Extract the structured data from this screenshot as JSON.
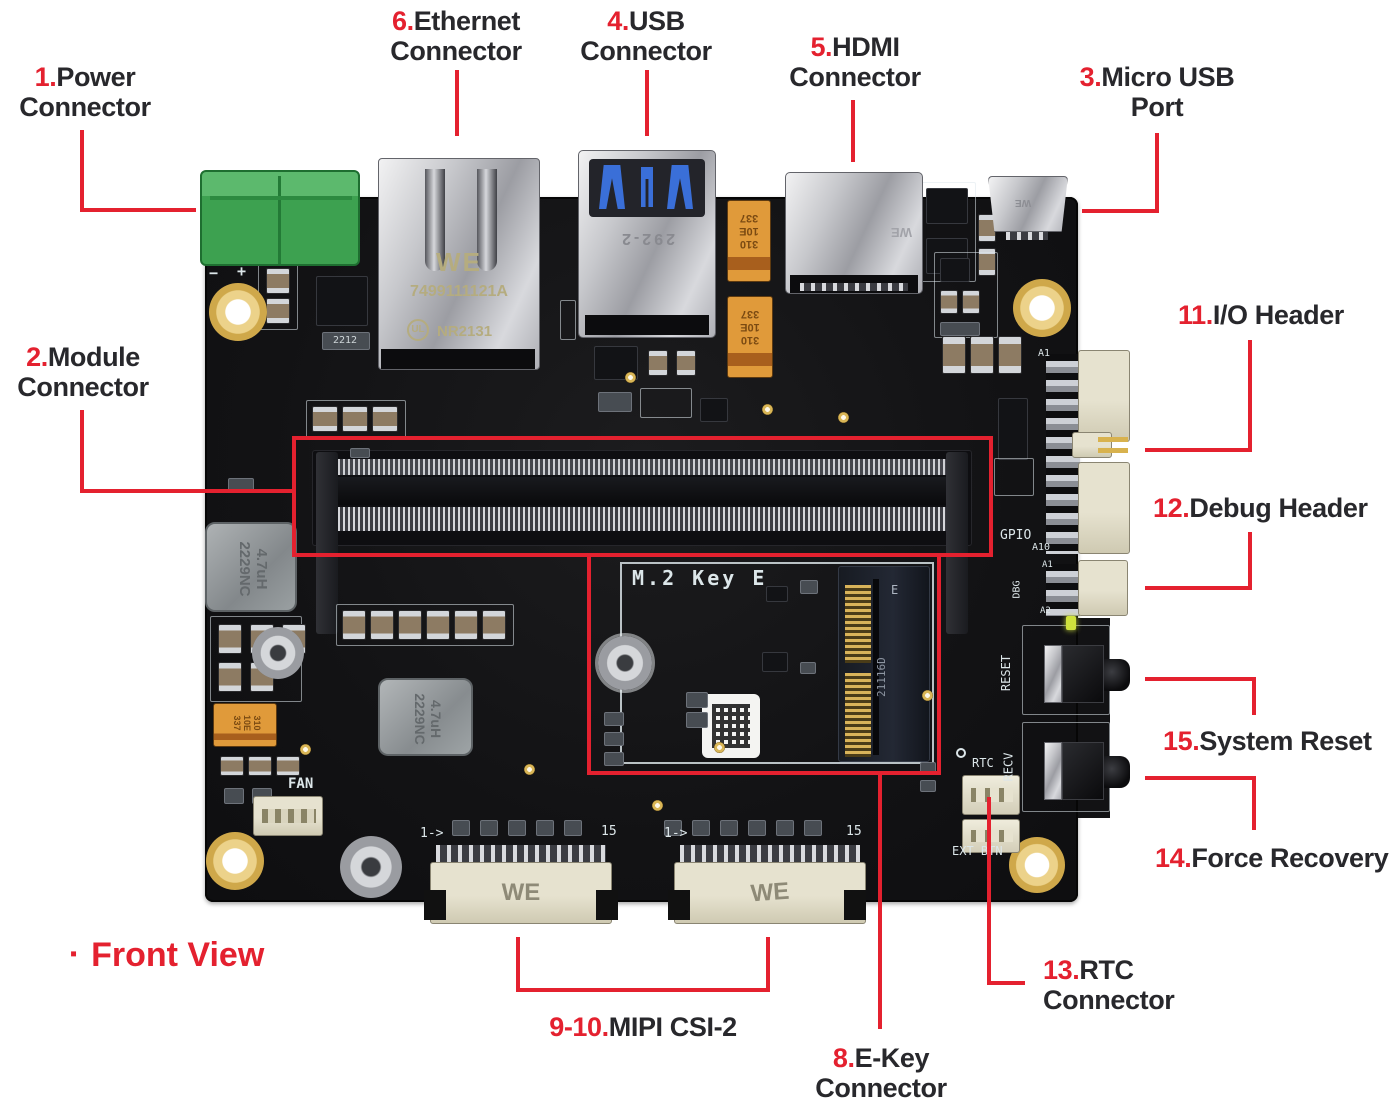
{
  "colors": {
    "annotation_red": "#e4212f",
    "label_text": "#28282c",
    "pcb_black": "#141414",
    "silkscreen_white": "#dce6e9",
    "power_connector_green": "#44a857",
    "gold": "#d9b657",
    "connector_beige": "#ded9c2"
  },
  "labels": {
    "power": {
      "number": "1.",
      "line1": "Power",
      "line2": "Connector"
    },
    "module": {
      "number": "2.",
      "line1": "Module",
      "line2": "Connector"
    },
    "micro_usb": {
      "number": "3.",
      "line1": "Micro USB",
      "line2": "Port"
    },
    "usb": {
      "number": "4.",
      "line1": "USB",
      "line2": "Connector"
    },
    "hdmi": {
      "number": "5.",
      "line1": "HDMI",
      "line2": "Connector"
    },
    "ethernet": {
      "number": "6.",
      "line1": "Ethernet",
      "line2": "Connector"
    },
    "ekey": {
      "number": "8.",
      "line1": "E-Key",
      "line2": "Connector"
    },
    "mipi": {
      "number": "9-10.",
      "line1": "MIPI CSI-2"
    },
    "io_header": {
      "number": "11.",
      "line1": "I/O Header"
    },
    "debug_header": {
      "number": "12.",
      "line1": "Debug Header"
    },
    "rtc": {
      "number": "13.",
      "line1": "RTC",
      "line2": "Connector"
    },
    "force_recovery": {
      "number": "14.",
      "line1": "Force Recovery"
    },
    "system_reset": {
      "number": "15.",
      "line1": "System Reset"
    }
  },
  "caption": {
    "bullet": "▪",
    "text": "Front View"
  },
  "board": {
    "ethernet": {
      "brand": "WE",
      "part": "7499111121A",
      "cert": "NR2131",
      "cert_logo": "UL"
    },
    "usb": {
      "marking": "292-2"
    },
    "hdmi": {
      "marking": "WE"
    },
    "micro_usb": {
      "marking": "WE"
    },
    "m2": {
      "label": "M.2 Key E",
      "key_letter": "E",
      "serial": "21116D"
    },
    "inductor": {
      "value": "4.7uH",
      "code": "2229NC"
    },
    "cap": {
      "line1": "310",
      "line2": "10E",
      "line3": "337",
      "code": "2212"
    },
    "fan": "FAN",
    "rtc": "RTC",
    "ext_btn": "EXT BTN",
    "reset": "RESET",
    "recv": "RECV",
    "gpio": "GPIO",
    "a1": "A1",
    "a10": "A10",
    "a2": "A2",
    "dbg": "DBG",
    "pin_first": "1->",
    "pin_last": "15",
    "polarity_minus": "−",
    "polarity_plus": "+",
    "ffc_brand": "WE"
  }
}
